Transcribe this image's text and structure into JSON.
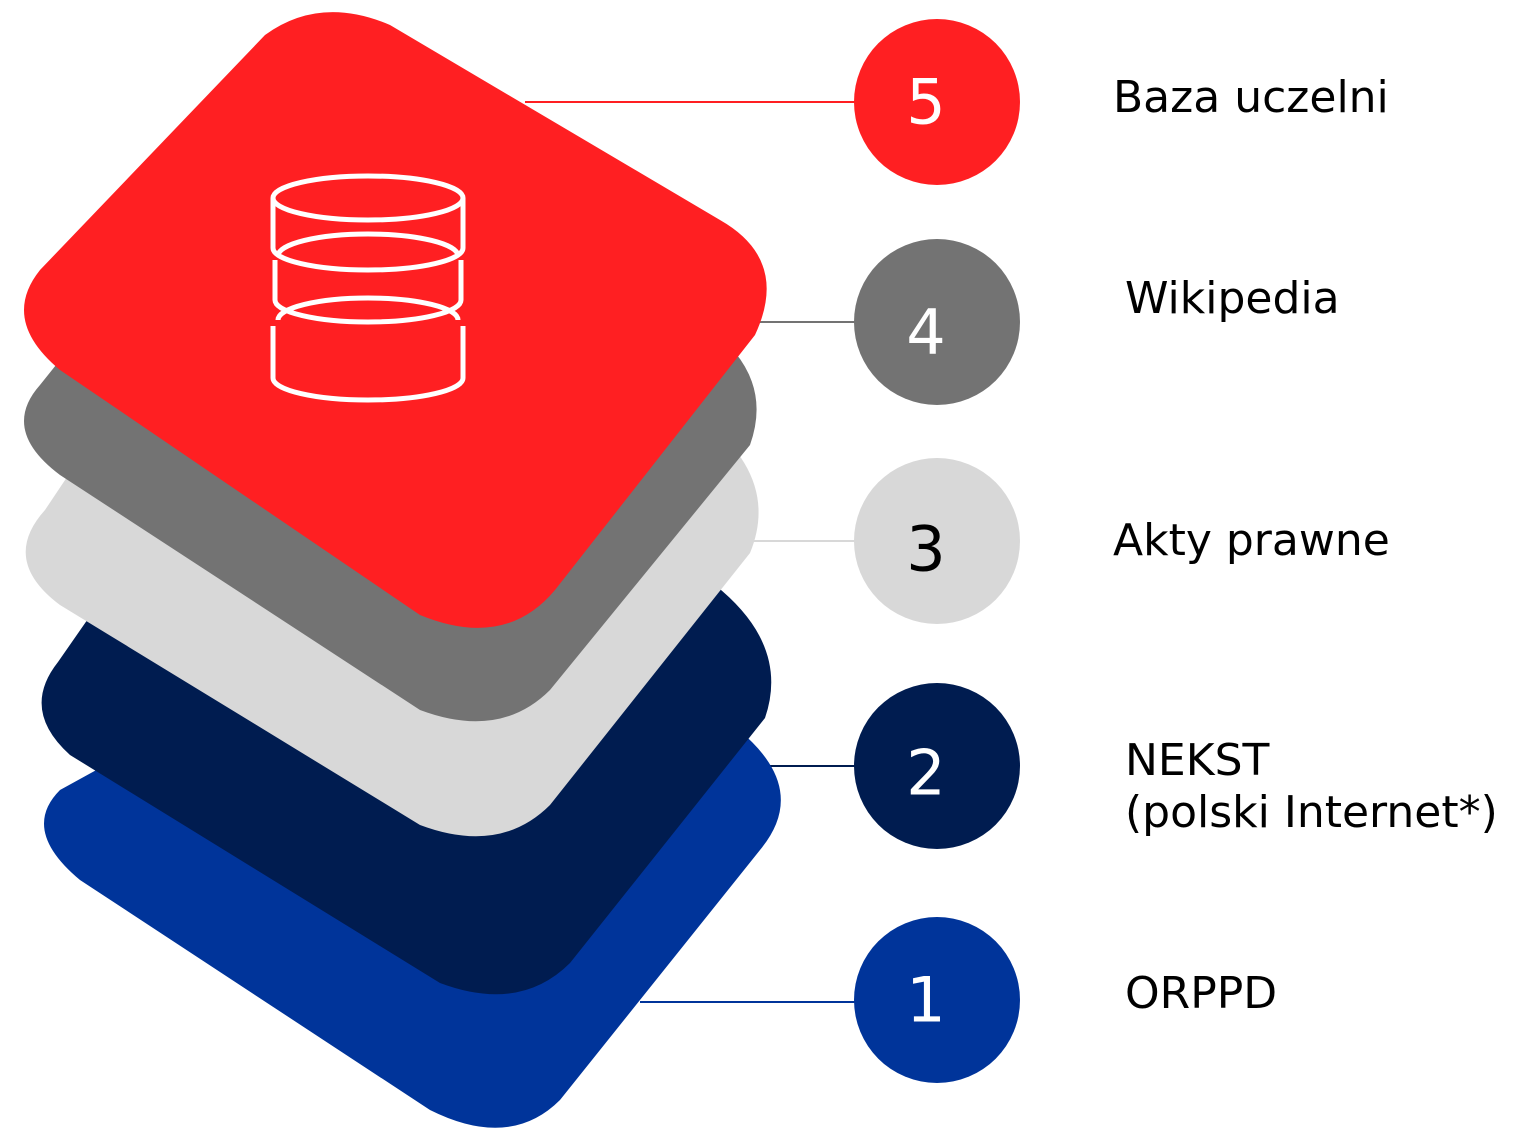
{
  "layers": [
    {
      "number": "1",
      "label": "ORPPD",
      "sublabel": "",
      "color": "#00349A",
      "text_color": "#FFFFFF"
    },
    {
      "number": "2",
      "label": "NEKST",
      "sublabel": "(polski Internet*)",
      "color": "#001C50",
      "text_color": "#FFFFFF"
    },
    {
      "number": "3",
      "label": "Akty prawne",
      "sublabel": "",
      "color": "#D8D8D8",
      "text_color": "#000000"
    },
    {
      "number": "4",
      "label": "Wikipedia",
      "sublabel": "",
      "color": "#737373",
      "text_color": "#FFFFFF"
    },
    {
      "number": "5",
      "label": "Baza uczelni",
      "sublabel": "",
      "color": "#FF1F22",
      "text_color": "#FFFFFF"
    }
  ],
  "icon": "database-icon"
}
